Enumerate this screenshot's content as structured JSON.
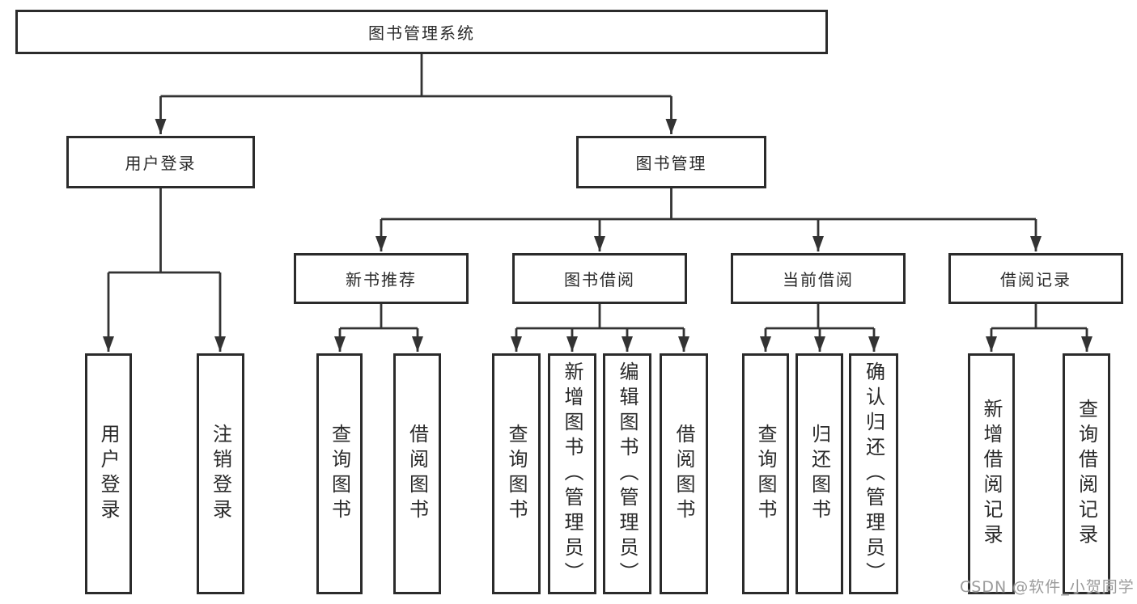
{
  "tree": {
    "root": {
      "label": "图书管理系统"
    },
    "branches": [
      {
        "label": "用户登录",
        "children": [
          {
            "label": "用户登录"
          },
          {
            "label": "注销登录"
          }
        ]
      },
      {
        "label": "图书管理",
        "sections": [
          {
            "label": "新书推荐",
            "children": [
              {
                "label": "查询图书"
              },
              {
                "label": "借阅图书"
              }
            ]
          },
          {
            "label": "图书借阅",
            "children": [
              {
                "label": "查询图书"
              },
              {
                "label": "新增图书（管理员）"
              },
              {
                "label": "编辑图书（管理员）"
              },
              {
                "label": "借阅图书"
              }
            ]
          },
          {
            "label": "当前借阅",
            "children": [
              {
                "label": "查询图书"
              },
              {
                "label": "归还图书"
              },
              {
                "label": "确认归还（管理员）"
              }
            ]
          },
          {
            "label": "借阅记录",
            "children": [
              {
                "label": "新增借阅记录"
              },
              {
                "label": "查询借阅记录"
              }
            ]
          }
        ]
      }
    ]
  },
  "watermark": "CSDN @软件_小贺同学",
  "colors": {
    "line": "#333333",
    "box_border": "#2b2b2b",
    "box_fill": "#ffffff",
    "text": "#2a2a2a",
    "watermark": "#9b9b9b",
    "background": "#ffffff"
  }
}
